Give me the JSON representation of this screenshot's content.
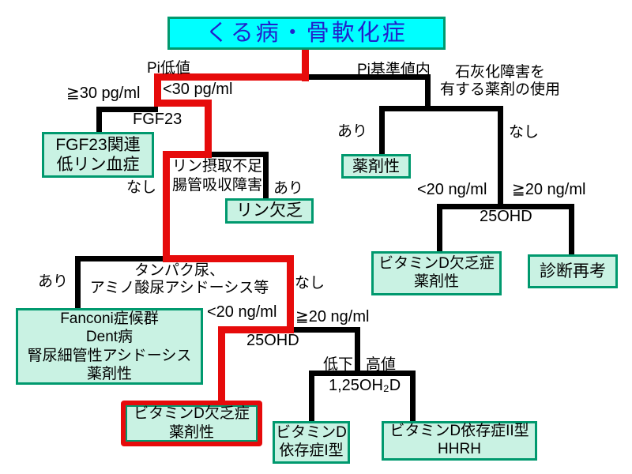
{
  "diagram": {
    "title": "くる病・骨軟化症",
    "edge_labels": {
      "pi_low": "Pi低値",
      "pi_normal": "Pi基準値内",
      "calcification_line1": "石灰化障害を",
      "calcification_line2": "有する薬剤の使用",
      "calc_yes": "あり",
      "calc_no": "なし",
      "fgf23_high": "≧30 pg/ml",
      "fgf23_low": "<30 pg/ml",
      "fgf23_axis": "FGF23",
      "intake_line1": "リン摂取不足",
      "intake_line2": "腸管吸収障害",
      "intake_yes": "あり",
      "intake_no": "なし",
      "ohd_right_low": "<20 ng/ml",
      "ohd_right_high": "≧20 ng/ml",
      "ohd_right_axis": "25OHD",
      "proteinuria_yes": "あり",
      "proteinuria_line1": "タンパク尿、",
      "proteinuria_line2": "アミノ酸尿アシドーシス等",
      "proteinuria_no": "なし",
      "ohd_mid_low": "<20 ng/ml",
      "ohd_mid_high": "≧20 ng/ml",
      "ohd_mid_axis": "25OHD",
      "d125_low": "低下",
      "d125_high": "高値",
      "d125_axis": "1,25OH₂D"
    },
    "nodes": {
      "fgf23_related": [
        "FGF23関連",
        "低リン血症"
      ],
      "drug_induced": "薬剤性",
      "phosphate_deficiency": "リン欠乏",
      "vitd_deficiency_right": [
        "ビタミンD欠乏症",
        "薬剤性"
      ],
      "rediagnosis": "診断再考",
      "fanconi": [
        "Fanconi症候群",
        "Dent病",
        "腎尿細管性アシドーシス",
        "薬剤性"
      ],
      "vitd_deficiency_main": [
        "ビタミンD欠乏症",
        "薬剤性"
      ],
      "vitd_dependency_type1": [
        "ビタミンD",
        "依存症I型"
      ],
      "vitd_dependency_type2": [
        "ビタミンD依存症II型",
        "HHRH"
      ]
    },
    "colors": {
      "highlight_path": "#e60b0b",
      "line": "#000000",
      "title_fill": "#00ffff",
      "title_text": "#2222cc",
      "node_fill": "#c9f2e3",
      "node_border": "#00996e",
      "background": "#ffffff"
    }
  }
}
